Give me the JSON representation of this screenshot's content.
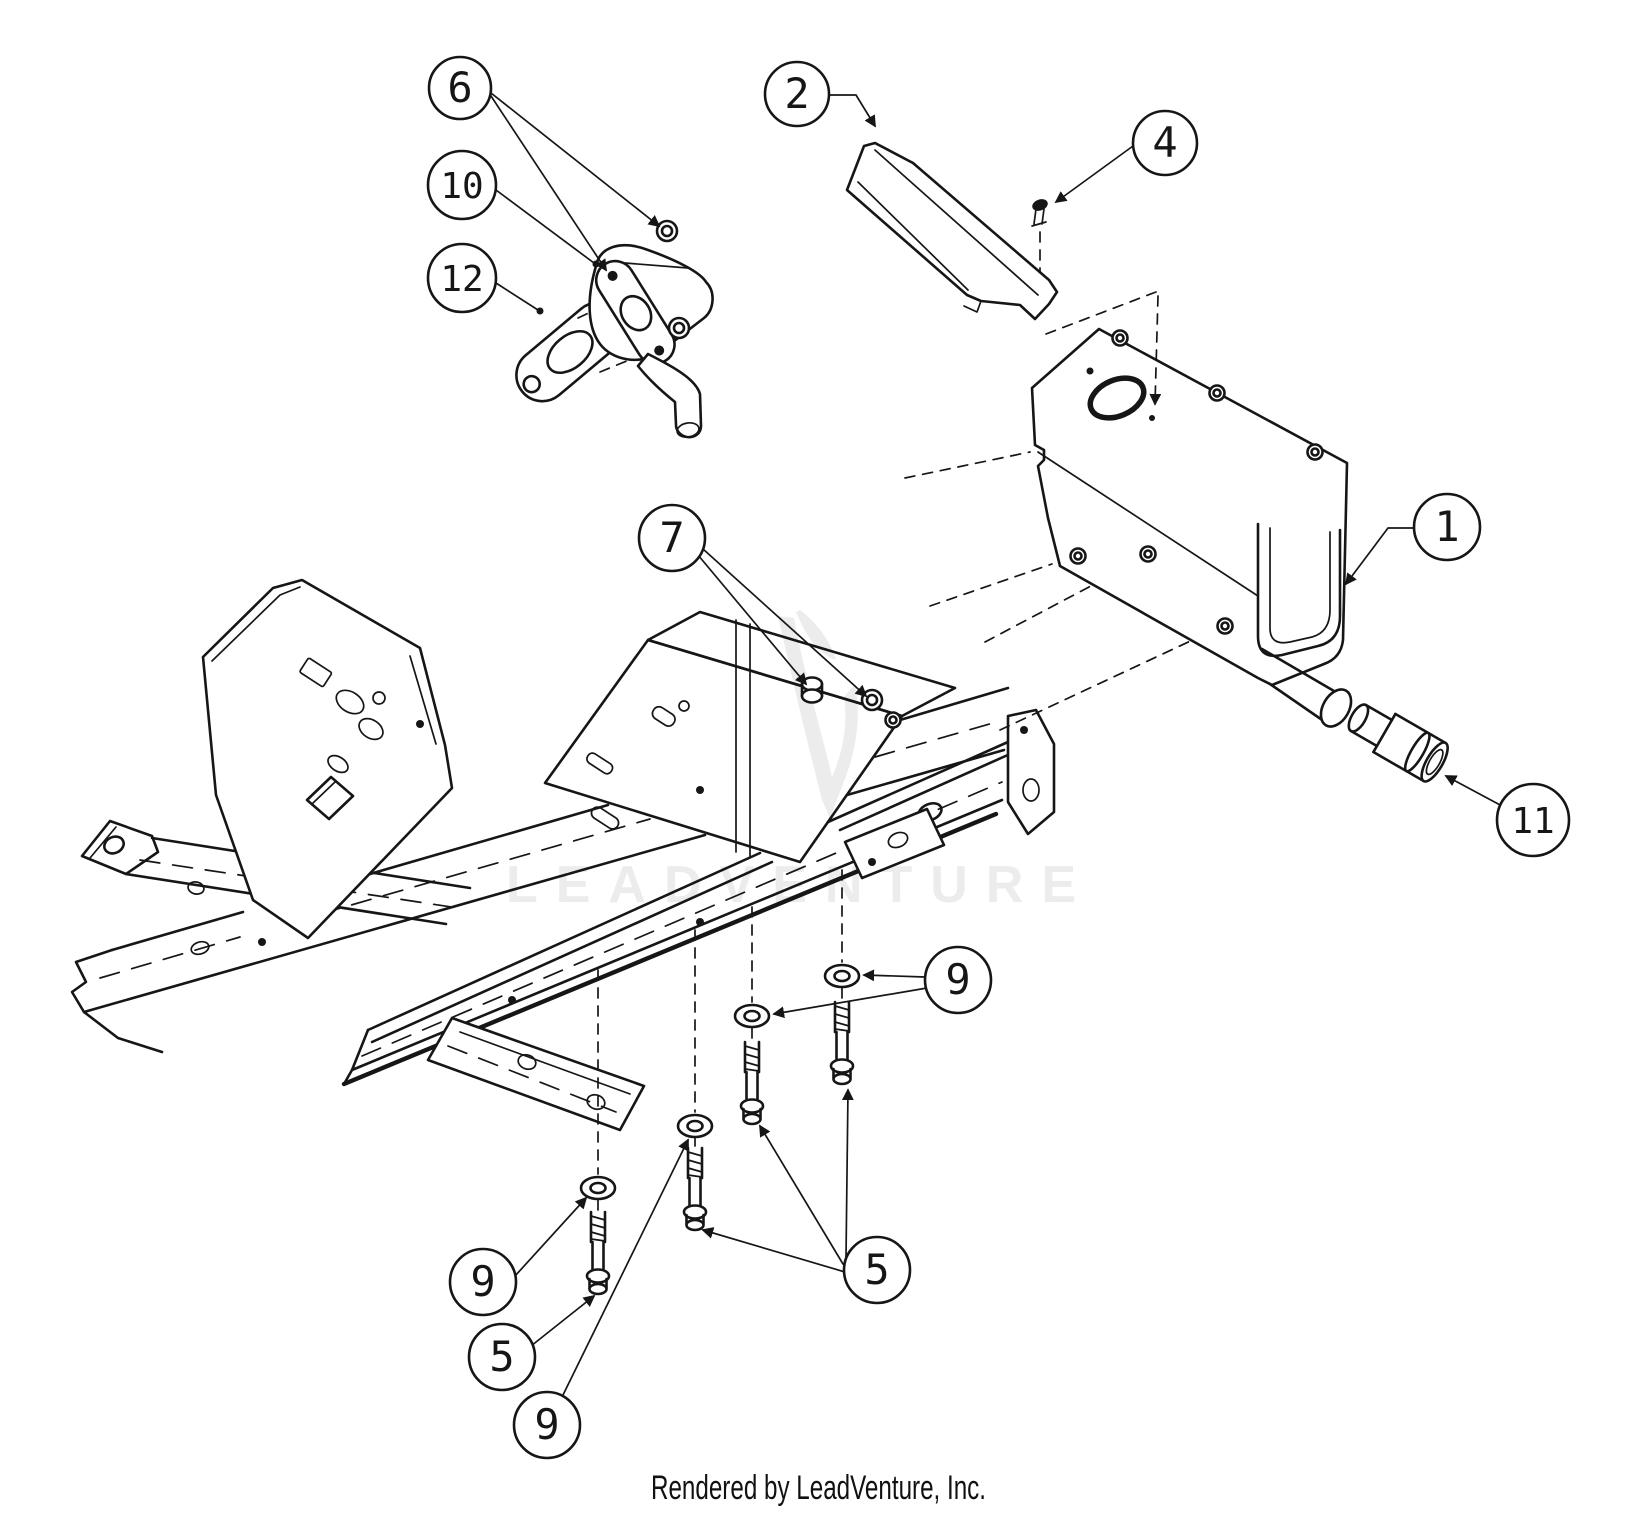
{
  "diagram": {
    "type": "exploded-parts-diagram",
    "footer": "Rendered by LeadVenture, Inc.",
    "watermark": "LEADVENTURE",
    "colors": {
      "line": "#161616",
      "watermark": "#ececec",
      "background": "#ffffff"
    },
    "callouts": [
      {
        "label": "6"
      },
      {
        "label": "10"
      },
      {
        "label": "12"
      },
      {
        "label": "2"
      },
      {
        "label": "4"
      },
      {
        "label": "1"
      },
      {
        "label": "7"
      },
      {
        "label": "11"
      },
      {
        "label": "9"
      },
      {
        "label": "5"
      },
      {
        "label": "9"
      },
      {
        "label": "5"
      },
      {
        "label": "9"
      }
    ]
  }
}
